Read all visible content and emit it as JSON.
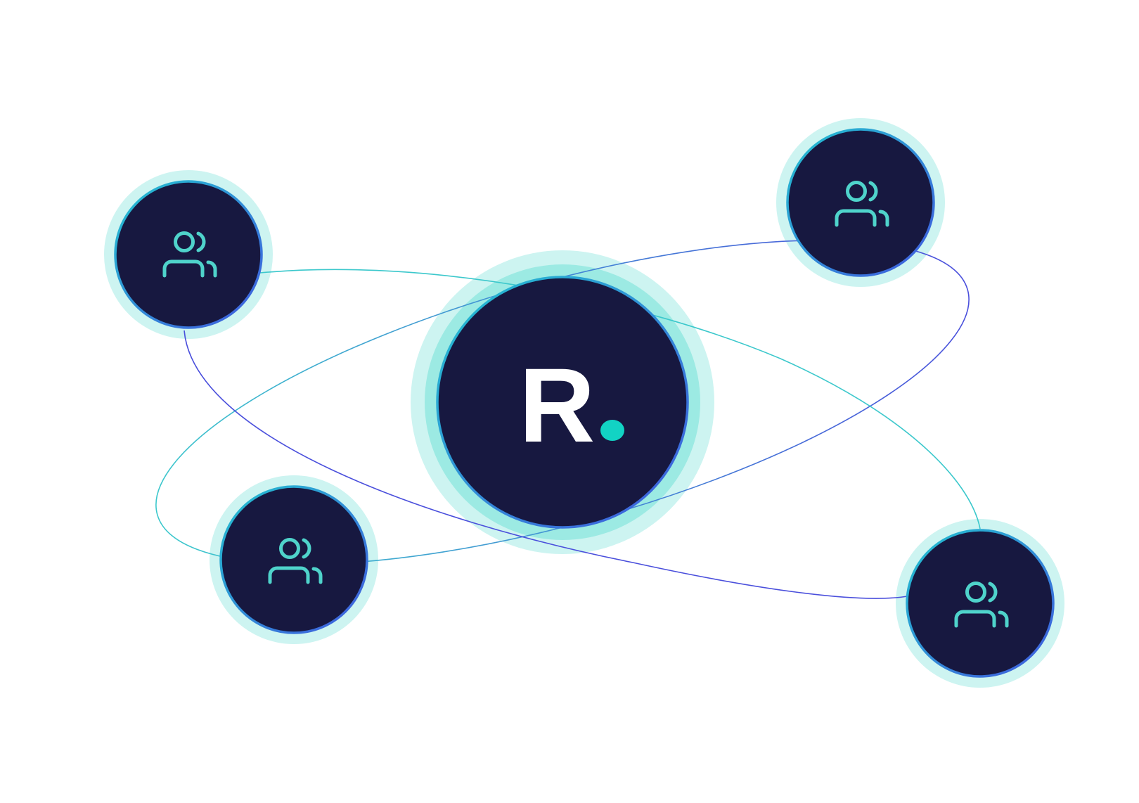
{
  "hub": {
    "logo_text": "R",
    "logo_icon": "r-dot-logo"
  },
  "nodes": [
    {
      "id": "top-left",
      "icon": "users-icon"
    },
    {
      "id": "top-right",
      "icon": "users-icon"
    },
    {
      "id": "bottom-left",
      "icon": "users-icon"
    },
    {
      "id": "bottom-right",
      "icon": "users-icon"
    }
  ],
  "colors": {
    "background": "#ffffff",
    "node_fill": "#171840",
    "halo_light": "#cdf4f1",
    "halo_mid": "#9ceae3",
    "ring_cyan": "#22c3cf",
    "ring_blue": "#4058df",
    "icon": "#4fd3cb",
    "logo_letter": "#ffffff",
    "logo_dot": "#12d3c4",
    "orbit_cyan": "#3cc8cc",
    "orbit_blue": "#4a4fdc"
  }
}
